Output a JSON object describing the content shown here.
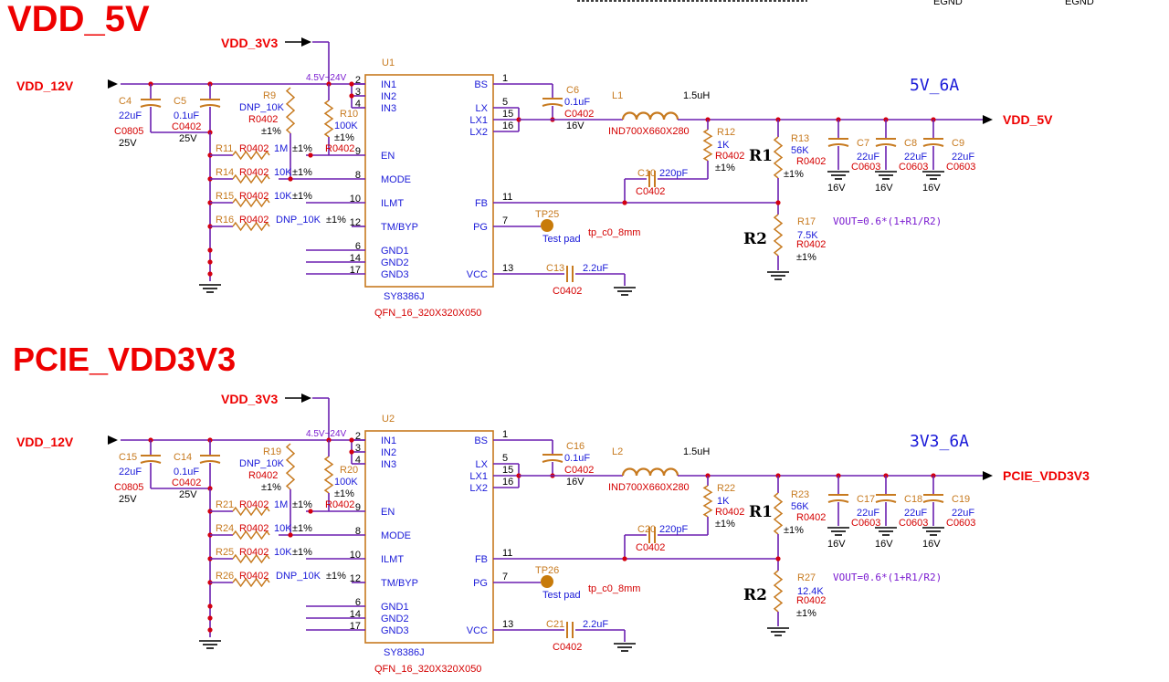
{
  "titles": {
    "top": "VDD_5V",
    "bottom": "PCIE_VDD3V3"
  },
  "header": {
    "egnd_a": "EGND",
    "egnd_b": "EGND"
  },
  "top": {
    "vin_net": "VDD_12V",
    "vcc_net": "VDD_3V3",
    "range": "4.5V~24V",
    "ic_ref": "U1",
    "ic_part": "SY8386J",
    "ic_pkg": "QFN_16_320X320X050",
    "pins_left": [
      "IN1",
      "IN2",
      "IN3",
      "EN",
      "MODE",
      "ILMT",
      "TM/BYP",
      "GND1",
      "GND2",
      "GND3"
    ],
    "pinnums_left": [
      "2",
      "3",
      "4",
      "9",
      "8",
      "10",
      "12",
      "6",
      "14",
      "17"
    ],
    "pins_right": [
      "BS",
      "LX",
      "LX1",
      "LX2",
      "FB",
      "PG",
      "VCC"
    ],
    "pinnums_right": [
      "1",
      "5",
      "15",
      "16",
      "11",
      "7",
      "13"
    ],
    "c_in1": {
      "ref": "C4",
      "val": "22uF",
      "pkg": "C0805",
      "v": "25V"
    },
    "c_in2": {
      "ref": "C5",
      "val": "0.1uF",
      "pkg": "C0402",
      "v": "25V"
    },
    "r_a": {
      "ref": "R9",
      "val": "DNP_10K",
      "pkg": "R0402",
      "tol": "±1%"
    },
    "r_b": {
      "ref": "R10",
      "val": "100K",
      "pkg": "R0402",
      "tol": "±1%"
    },
    "r_en": {
      "ref": "R11",
      "pkg": "R0402",
      "val": "1M",
      "tol": "±1%"
    },
    "r_mode": {
      "ref": "R14",
      "pkg": "R0402",
      "val": "10K",
      "tol": "±1%"
    },
    "r_ilmt": {
      "ref": "R15",
      "pkg": "R0402",
      "val": "10K",
      "tol": "±1%"
    },
    "r_tm": {
      "ref": "R16",
      "pkg": "R0402",
      "val": "DNP_10K",
      "tol": "±1%"
    },
    "c_bs": {
      "ref": "C6",
      "val": "0.1uF",
      "pkg": "C0402",
      "v": "16V"
    },
    "ind": {
      "ref": "L1",
      "val": "1.5uH",
      "pkg": "IND700X660X280"
    },
    "r_ff": {
      "ref": "R12",
      "val": "1K",
      "pkg": "R0402",
      "tol": "±1%"
    },
    "c_ff": {
      "ref": "C10",
      "val": "220pF",
      "pkg": "C0402"
    },
    "r1": {
      "ref": "R13",
      "val": "56K",
      "pkg": "R0402",
      "tol": "±1%",
      "lbl": "R1"
    },
    "r2": {
      "ref": "R17",
      "val": "7.5K",
      "pkg": "R0402",
      "tol": "±1%",
      "lbl": "R2"
    },
    "tp": {
      "ref": "TP25",
      "desc": "Test pad",
      "fp": "tp_c0_8mm"
    },
    "c_vcc": {
      "ref": "C13",
      "val": "2.2uF",
      "pkg": "C0402"
    },
    "couts": [
      {
        "ref": "C7",
        "val": "22uF",
        "pkg": "C0603",
        "v": "16V"
      },
      {
        "ref": "C8",
        "val": "22uF",
        "pkg": "C0603",
        "v": "16V"
      },
      {
        "ref": "C9",
        "val": "22uF",
        "pkg": "C0603",
        "v": "16V"
      }
    ],
    "rail": "5V_6A",
    "out_net": "VDD_5V",
    "formula": "VOUT=0.6*(1+R1/R2)"
  },
  "bot": {
    "vin_net": "VDD_12V",
    "vcc_net": "VDD_3V3",
    "range": "4.5V~24V",
    "ic_ref": "U2",
    "ic_part": "SY8386J",
    "ic_pkg": "QFN_16_320X320X050",
    "pins_left": [
      "IN1",
      "IN2",
      "IN3",
      "EN",
      "MODE",
      "ILMT",
      "TM/BYP",
      "GND1",
      "GND2",
      "GND3"
    ],
    "pinnums_left": [
      "2",
      "3",
      "4",
      "9",
      "8",
      "10",
      "12",
      "6",
      "14",
      "17"
    ],
    "pins_right": [
      "BS",
      "LX",
      "LX1",
      "LX2",
      "FB",
      "PG",
      "VCC"
    ],
    "pinnums_right": [
      "1",
      "5",
      "15",
      "16",
      "11",
      "7",
      "13"
    ],
    "c_in1": {
      "ref": "C15",
      "val": "22uF",
      "pkg": "C0805",
      "v": "25V"
    },
    "c_in2": {
      "ref": "C14",
      "val": "0.1uF",
      "pkg": "C0402",
      "v": "25V"
    },
    "r_a": {
      "ref": "R19",
      "val": "DNP_10K",
      "pkg": "R0402",
      "tol": "±1%"
    },
    "r_b": {
      "ref": "R20",
      "val": "100K",
      "pkg": "R0402",
      "tol": "±1%"
    },
    "r_en": {
      "ref": "R21",
      "pkg": "R0402",
      "val": "1M",
      "tol": "±1%"
    },
    "r_mode": {
      "ref": "R24",
      "pkg": "R0402",
      "val": "10K",
      "tol": "±1%"
    },
    "r_ilmt": {
      "ref": "R25",
      "pkg": "R0402",
      "val": "10K",
      "tol": "±1%"
    },
    "r_tm": {
      "ref": "R26",
      "pkg": "R0402",
      "val": "DNP_10K",
      "tol": "±1%"
    },
    "c_bs": {
      "ref": "C16",
      "val": "0.1uF",
      "pkg": "C0402",
      "v": "16V"
    },
    "ind": {
      "ref": "L2",
      "val": "1.5uH",
      "pkg": "IND700X660X280"
    },
    "r_ff": {
      "ref": "R22",
      "val": "1K",
      "pkg": "R0402",
      "tol": "±1%"
    },
    "c_ff": {
      "ref": "C20",
      "val": "220pF",
      "pkg": "C0402"
    },
    "r1": {
      "ref": "R23",
      "val": "56K",
      "pkg": "R0402",
      "tol": "±1%",
      "lbl": "R1"
    },
    "r2": {
      "ref": "R27",
      "val": "12.4K",
      "pkg": "R0402",
      "tol": "±1%",
      "lbl": "R2"
    },
    "tp": {
      "ref": "TP26",
      "desc": "Test pad",
      "fp": "tp_c0_8mm"
    },
    "c_vcc": {
      "ref": "C21",
      "val": "2.2uF",
      "pkg": "C0402"
    },
    "couts": [
      {
        "ref": "C17",
        "val": "22uF",
        "pkg": "C0603",
        "v": "16V"
      },
      {
        "ref": "C18",
        "val": "22uF",
        "pkg": "C0603",
        "v": "16V"
      },
      {
        "ref": "C19",
        "val": "22uF",
        "pkg": "C0603",
        "v": "16V"
      }
    ],
    "rail": "3V3_6A",
    "out_net": "PCIE_VDD3V3",
    "formula": "VOUT=0.6*(1+R1/R2)"
  }
}
